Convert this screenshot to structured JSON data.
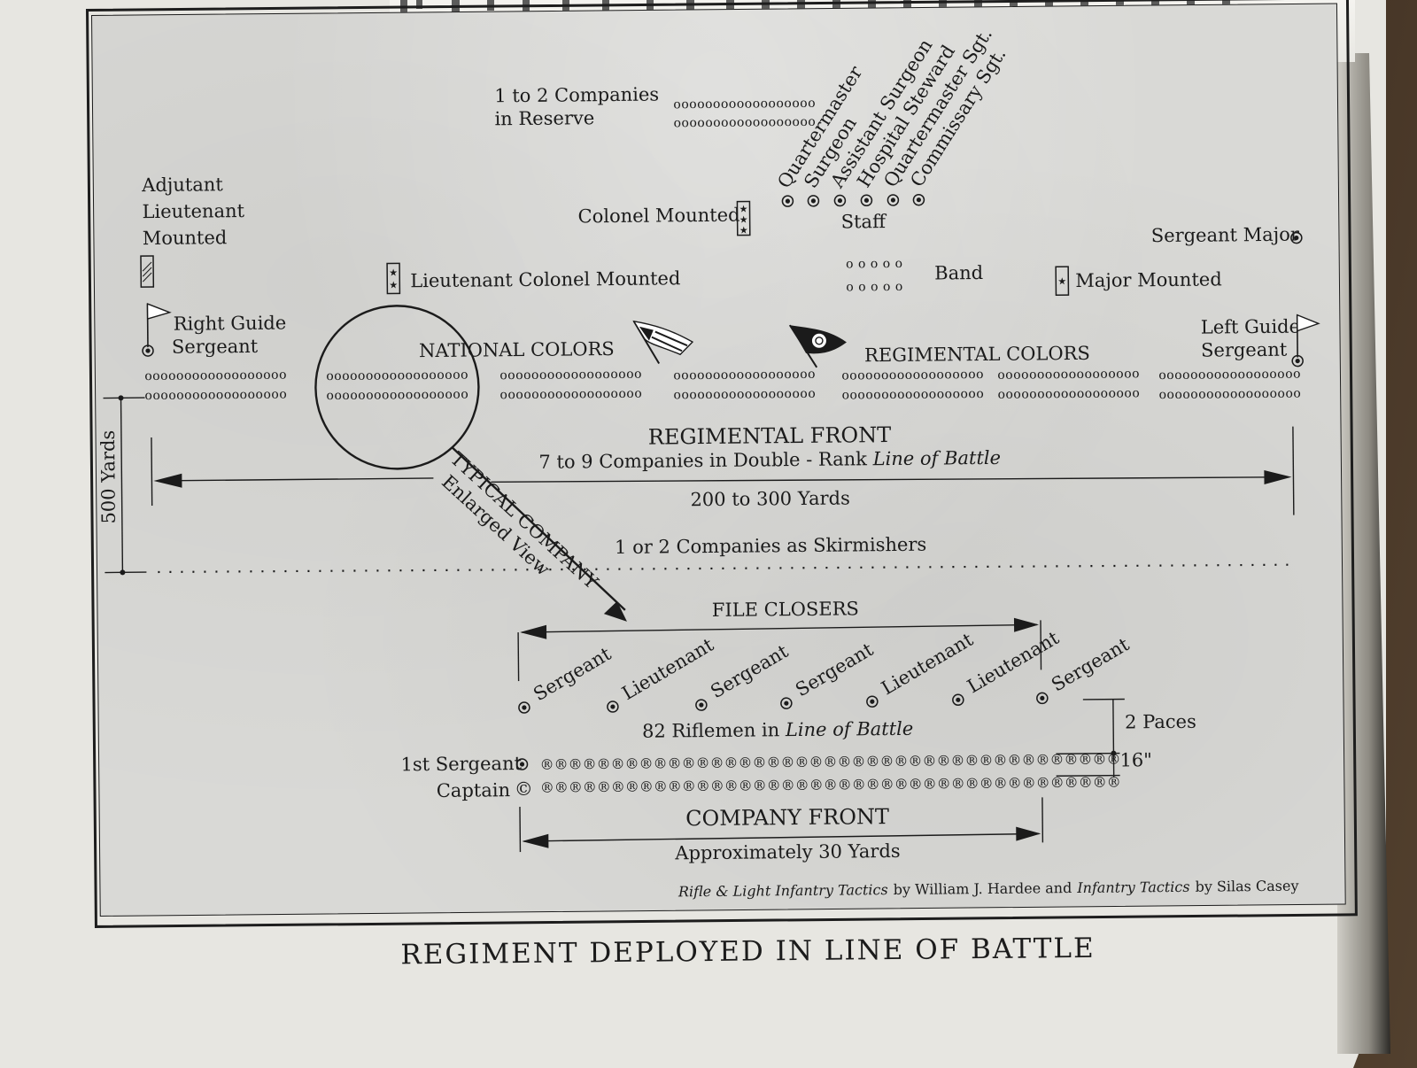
{
  "caption": "REGIMENT DEPLOYED IN LINE OF BATTLE",
  "citation_a": "Rifle & Light Infantry Tactics",
  "citation_b": "by William J. Hardee and",
  "citation_c": "Infantry Tactics",
  "citation_d": "by Silas Casey",
  "reserve": {
    "line1": "1 to 2 Companies",
    "line2": "in Reserve",
    "marks": "oooooooooooooooooo"
  },
  "staff": {
    "label": "Staff",
    "members": [
      "Quartermaster",
      "Surgeon",
      "Assistant Surgeon",
      "Hospital Steward",
      "Quartermaster Sgt.",
      "Commissary Sgt."
    ]
  },
  "adjutant": {
    "line1": "Adjutant",
    "line2": "Lieutenant",
    "line3": "Mounted"
  },
  "colonel": "Colonel Mounted",
  "lt_colonel": "Lieutenant Colonel Mounted",
  "sergeant_major": "Sergeant Major",
  "band": {
    "label": "Band",
    "marks": "o o o o o"
  },
  "major": "Major Mounted",
  "right_guide": {
    "line1": "Right Guide",
    "line2": "Sergeant"
  },
  "left_guide": {
    "line1": "Left Guide",
    "line2": "Sergeant"
  },
  "national_colors": "NATIONAL COLORS",
  "regimental_colors": "REGIMENTAL COLORS",
  "company_marks": "oooooooooooooooooo",
  "regimental_front": {
    "title": "REGIMENTAL FRONT",
    "sub_a": "7 to 9 Companies in Double - Rank",
    "sub_b": "Line of Battle",
    "distance": "200 to 300 Yards"
  },
  "depth": "500 Yards",
  "skirmishers": "1 or 2 Companies as Skirmishers",
  "typical_company": {
    "line1": "TYPICAL COMPANY",
    "line2": "Enlarged View"
  },
  "file_closers": {
    "title": "FILE CLOSERS",
    "members": [
      "Sergeant",
      "Lieutenant",
      "Sergeant",
      "Sergeant",
      "Lieutenant",
      "Lieutenant",
      "Sergeant"
    ]
  },
  "riflemen": {
    "count_label": "82 Riflemen in",
    "italic": "Line of Battle",
    "marks": "®®®®®®®®®®®®®®®®®®®®®®®®®®®®®®®®®®®®®®®®®"
  },
  "first_sergeant": "1st Sergeant",
  "captain": "Captain",
  "captain_symbol": "©",
  "paces": "2 Paces",
  "inches": "16\"",
  "company_front": {
    "title": "COMPANY FRONT",
    "distance": "Approximately 30 Yards"
  }
}
